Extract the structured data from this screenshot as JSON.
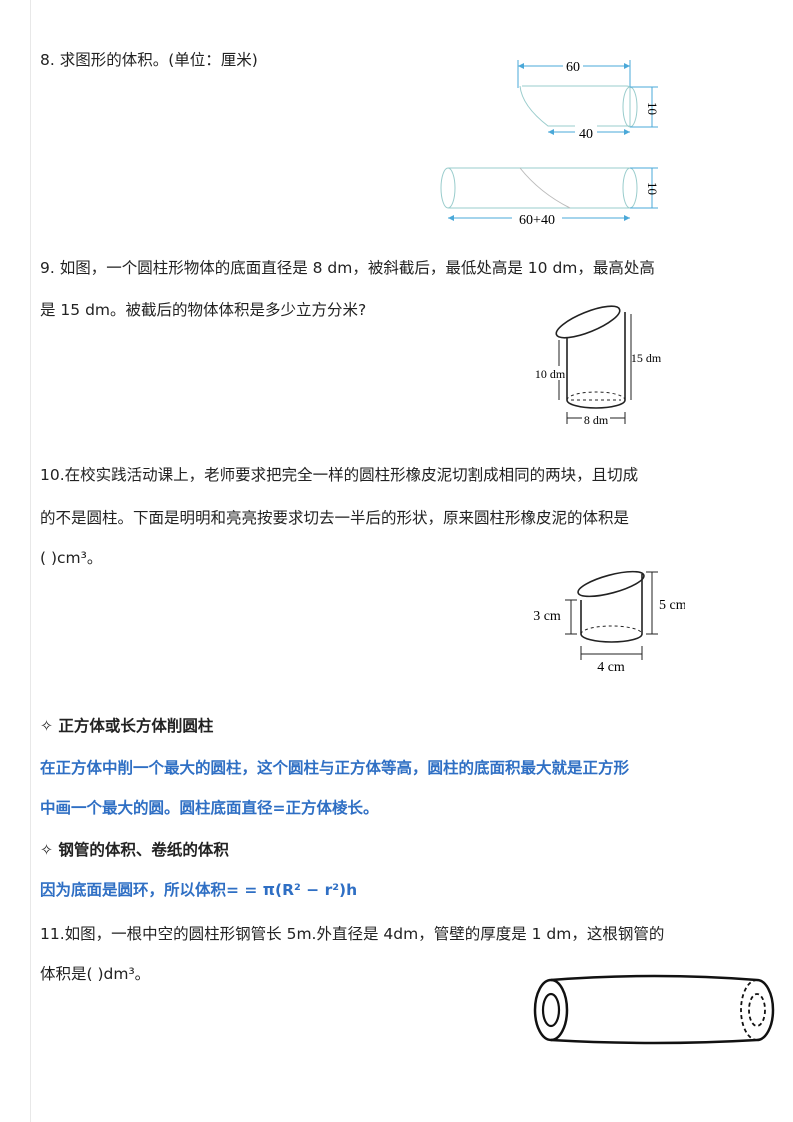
{
  "q8": {
    "text": "8. 求图形的体积。(单位：厘米)",
    "fig_top_len": "60",
    "fig_top_low": "40",
    "fig_top_h": "10",
    "fig_bottom_h": "10",
    "fig_bottom_len": "60+40"
  },
  "q9": {
    "line1": "9. 如图，一个圆柱形物体的底面直径是 8 dm，被斜截后，最低处高是 10 dm，最高处高",
    "line2": "是 15 dm。被截后的物体体积是多少立方分米?",
    "fig_left": "10 dm",
    "fig_right": "15 dm",
    "fig_bottom": "8 dm"
  },
  "q10": {
    "line1": "10.在校实践活动课上，老师要求把完全一样的圆柱形橡皮泥切割成相同的两块，且切成",
    "line2": "的不是圆柱。下面是明明和亮亮按要求切去一半后的形状，原来圆柱形橡皮泥的体积是",
    "line3": "(        )cm³。",
    "fig_left": "3 cm",
    "fig_right": "5 cm",
    "fig_bottom": "4 cm"
  },
  "section1": {
    "title": "✧  正方体或长方体削圆柱",
    "line1": "在正方体中削一个最大的圆柱，这个圆柱与正方体等高，圆柱的底面积最大就是正方形",
    "line2": "中画一个最大的圆。圆柱底面直径=正方体棱长。"
  },
  "section2": {
    "title": "✧  钢管的体积、卷纸的体积",
    "line1": "因为底面是圆环，所以体积= = π(R² − r²)h"
  },
  "q11": {
    "line1": "11.如图，一根中空的圆柱形钢管长 5m.外直径是 4dm，管壁的厚度是 1 dm，这根钢管的",
    "line2": "体积是(    )dm³。"
  },
  "colors": {
    "accent_blue": "#2f6fc4",
    "text": "#222222"
  }
}
